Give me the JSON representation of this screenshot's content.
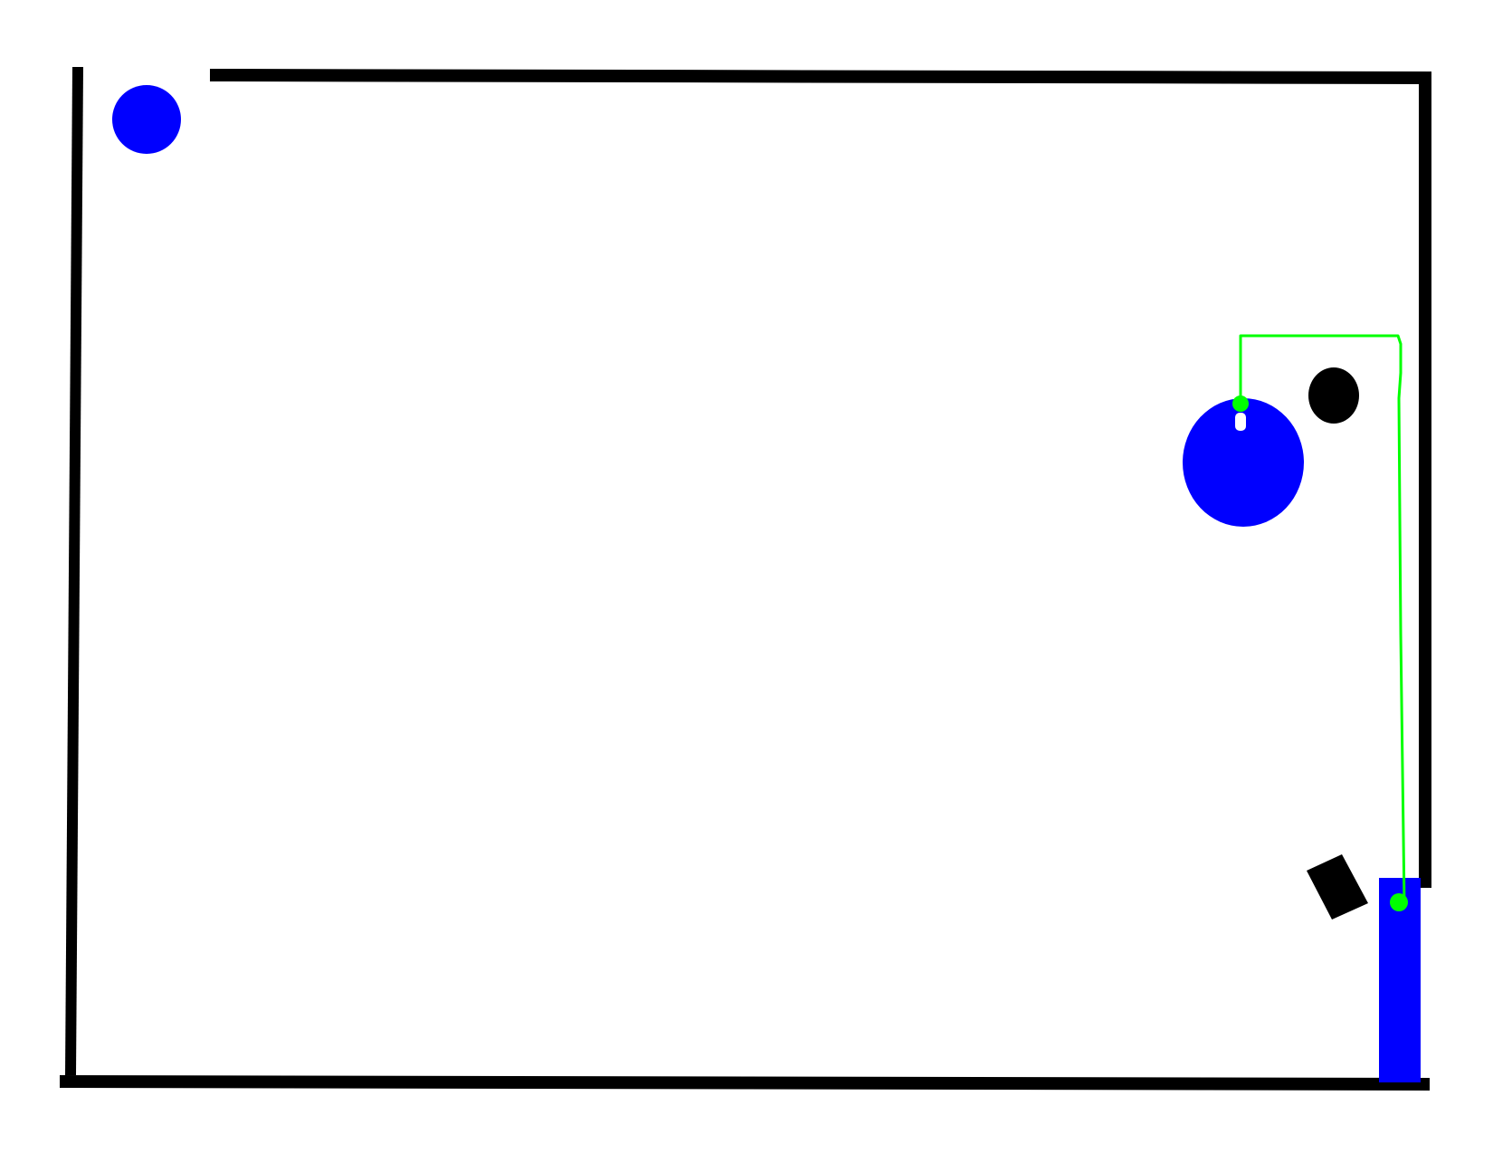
{
  "colors": {
    "background": "#ffffff",
    "wall": "#000000",
    "ball": "#0000ff",
    "container": "#0000ff",
    "obstacle": "#000000",
    "path": "#00ff00",
    "marker": "#00ff00",
    "highlight": "#ffffff"
  },
  "objects": {
    "walls": "black-outline-boundary",
    "small_ball": "blue-circle",
    "large_ball": "blue-circle",
    "round_obstacle": "black-circle",
    "square_obstacle": "black-square",
    "goal_container": "blue-rectangle",
    "path": "green-line",
    "start_marker": "green-dot",
    "goal_marker": "green-dot"
  }
}
